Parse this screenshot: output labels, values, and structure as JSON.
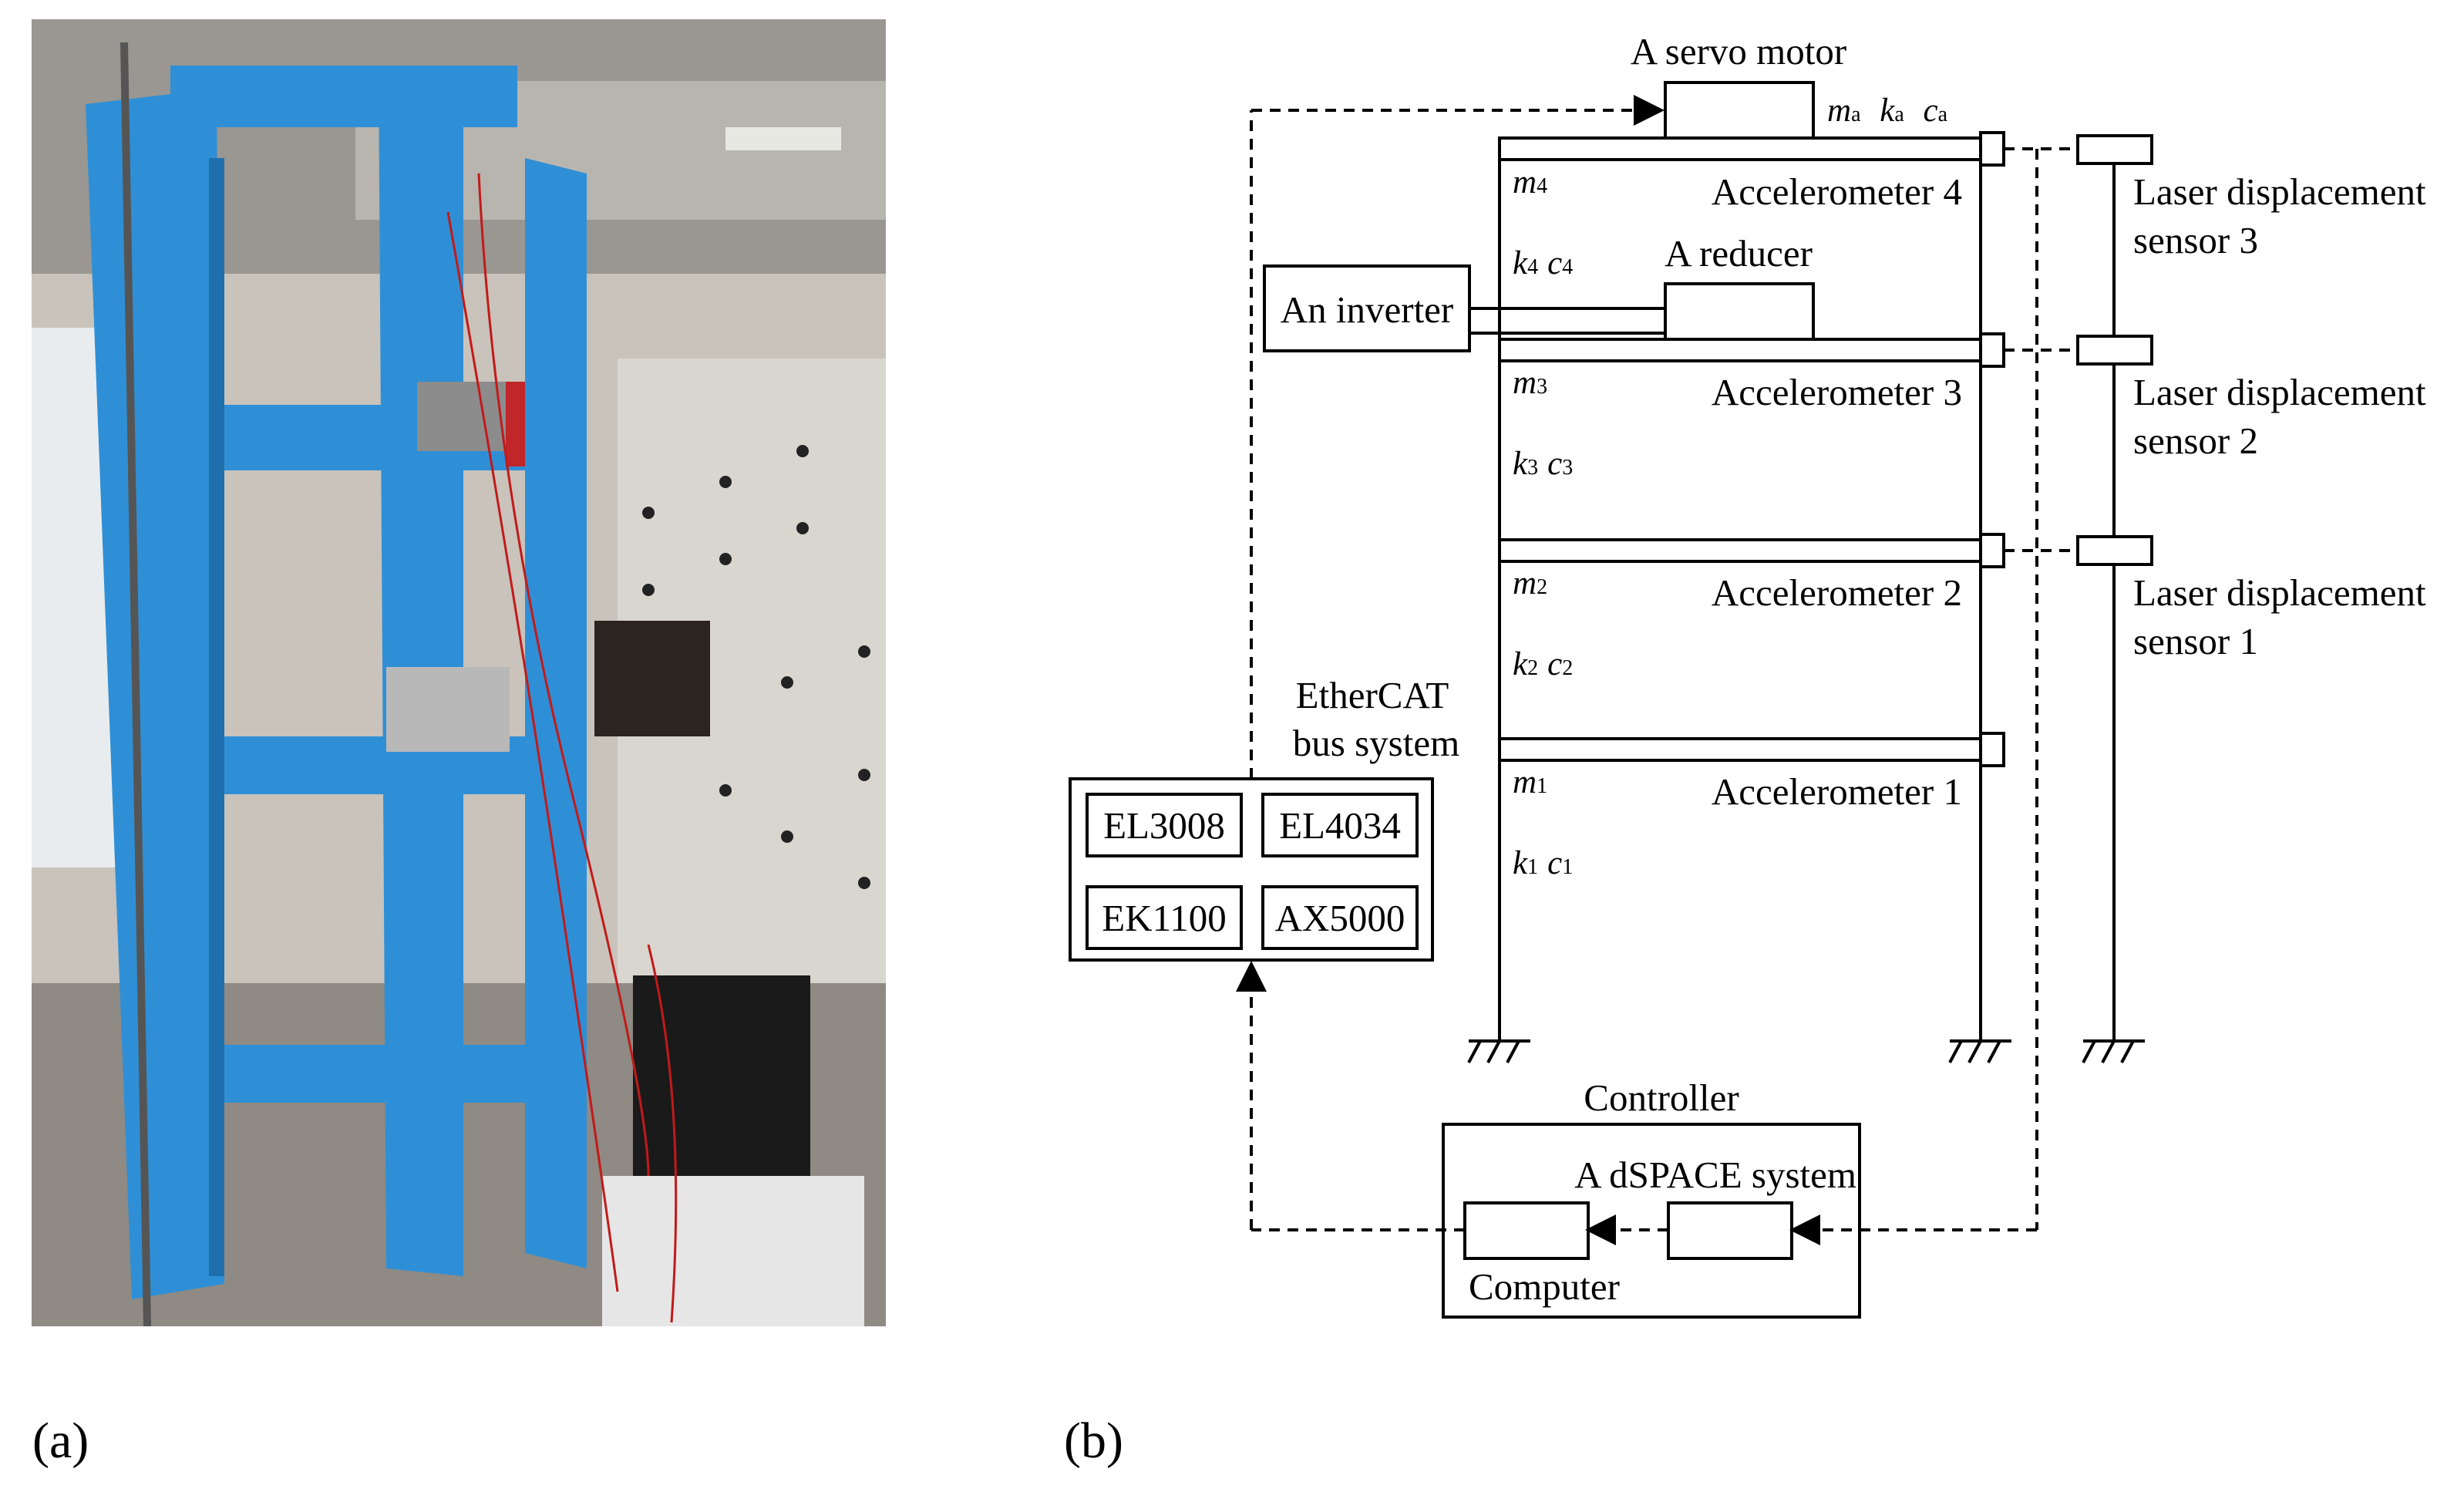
{
  "panels": {
    "a": "(a)",
    "b": "(b)"
  },
  "photo": {
    "description_icon": "test-frame-photo"
  },
  "diagram": {
    "servo_motor": "A servo motor",
    "servo_params": {
      "m": "m",
      "m_sub": "a",
      "k": "k",
      "k_sub": "a",
      "c": "c",
      "c_sub": "a"
    },
    "reducer": "A reducer",
    "inverter": "An inverter",
    "floors": [
      {
        "accelerometer": "Accelerometer 4",
        "m": "m",
        "m_sub": "4",
        "k": "k",
        "k_sub": "4",
        "c": "c",
        "c_sub": "4"
      },
      {
        "accelerometer": "Accelerometer 3",
        "m": "m",
        "m_sub": "3",
        "k": "k",
        "k_sub": "3",
        "c": "c",
        "c_sub": "3"
      },
      {
        "accelerometer": "Accelerometer 2",
        "m": "m",
        "m_sub": "2",
        "k": "k",
        "k_sub": "2",
        "c": "c",
        "c_sub": "2"
      },
      {
        "accelerometer": "Accelerometer 1",
        "m": "m",
        "m_sub": "1",
        "k": "k",
        "k_sub": "1",
        "c": "c",
        "c_sub": "1"
      }
    ],
    "laser_sensors": [
      {
        "line1": "Laser displacement",
        "line2": "sensor 3"
      },
      {
        "line1": "Laser displacement",
        "line2": "sensor 2"
      },
      {
        "line1": "Laser displacement",
        "line2": "sensor 1"
      }
    ],
    "ethercat": {
      "line1": "EtherCAT",
      "line2": "bus system"
    },
    "modules": [
      "EL3008",
      "EL4034",
      "EK1100",
      "AX5000"
    ],
    "controller": "Controller",
    "dspace": "A dSPACE system",
    "computer": "Computer"
  },
  "colors": {
    "frame_blue": "#2f8fd6",
    "wall": "#cfcac4",
    "line": "#000000"
  }
}
